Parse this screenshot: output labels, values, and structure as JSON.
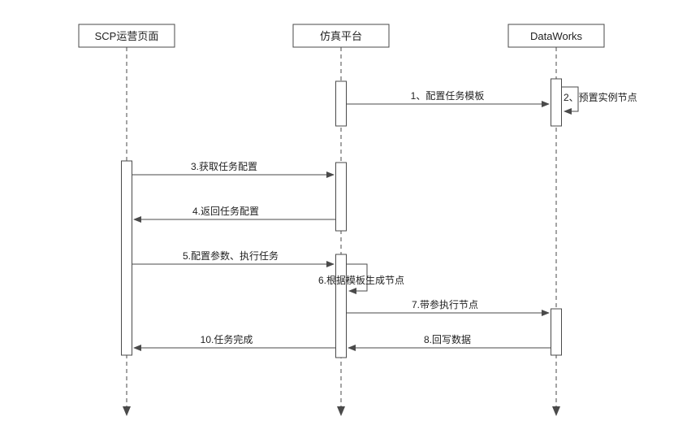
{
  "page": {
    "background": "#ffffff"
  },
  "diagram": {
    "type": "sequence",
    "colors": {
      "line": "#4a4a4a",
      "text": "#222222",
      "background": "#ffffff"
    },
    "actors": [
      {
        "label": "SCP运营页面"
      },
      {
        "label": "仿真平台"
      },
      {
        "label": "DataWorks"
      }
    ],
    "messages": [
      {
        "label": "1、配置任务模板",
        "from": "仿真平台",
        "to": "DataWorks",
        "kind": "arrow-right"
      },
      {
        "label": "2、预置实例节点",
        "from": "DataWorks",
        "to": "DataWorks",
        "kind": "self-loop"
      },
      {
        "label": "3.获取任务配置",
        "from": "SCP运营页面",
        "to": "仿真平台",
        "kind": "arrow-right"
      },
      {
        "label": "4.返回任务配置",
        "from": "仿真平台",
        "to": "SCP运营页面",
        "kind": "arrow-left"
      },
      {
        "label": "5.配置参数、执行任务",
        "from": "SCP运营页面",
        "to": "仿真平台",
        "kind": "arrow-right"
      },
      {
        "label": "6.根据模板生成节点",
        "from": "仿真平台",
        "to": "仿真平台",
        "kind": "self-loop"
      },
      {
        "label": "7.带参执行节点",
        "from": "仿真平台",
        "to": "DataWorks",
        "kind": "arrow-right"
      },
      {
        "label": "8.回写数据",
        "from": "DataWorks",
        "to": "仿真平台",
        "kind": "arrow-left"
      },
      {
        "label": "10.任务完成",
        "from": "仿真平台",
        "to": "SCP运营页面",
        "kind": "arrow-left"
      }
    ]
  }
}
